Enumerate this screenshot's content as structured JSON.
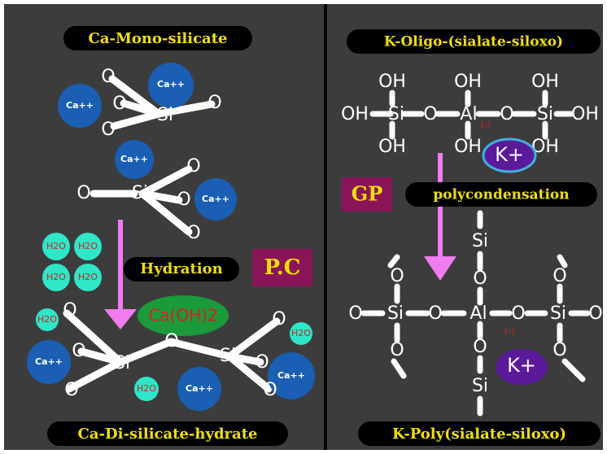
{
  "left": {
    "title_top": "Ca-Mono-silicate",
    "title_bottom": "Ca-Di-silicate-hydrate",
    "hydration": "Hydration",
    "pc": "P.C",
    "caoh2": "Ca(OH)2",
    "ca_label": "Ca++",
    "h2o_label": "H2O",
    "si": "Si",
    "o": "O"
  },
  "right": {
    "title_top": "K-Oligo-(sialate-siloxo)",
    "title_bottom": "K-Poly(sialate-siloxo)",
    "gp": "GP",
    "polycondensation": "polycondensation",
    "k_plus": "K+",
    "oh": "OH",
    "si": "Si",
    "al": "Al",
    "o": "O",
    "charge_mark": "(-)"
  },
  "colors": {
    "background": "#3c3c3c",
    "divider": "#000000",
    "title_text": "#f0e000",
    "ca_ion": "#1a5fb4",
    "h2o_molecule": "#2ee6c8",
    "k_ion": "#5a1a9a",
    "k_ion_border": "#3fb0e0",
    "arrow": "#f07cf0",
    "badge": "#8a1458",
    "caoh2_fill": "#1a9a3a",
    "caoh2_text": "#d82020"
  }
}
